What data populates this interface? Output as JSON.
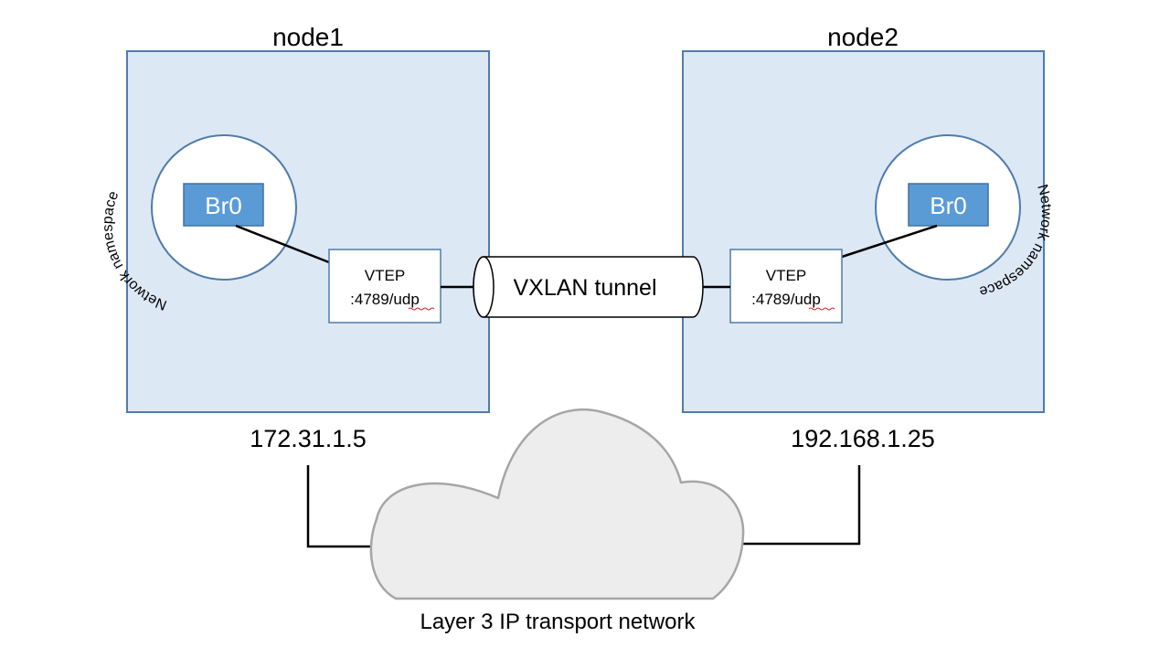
{
  "nodes": [
    {
      "title": "node1",
      "ip": "172.31.1.5",
      "namespace_label": "Network namespace",
      "bridge_label": "Br0",
      "vtep": {
        "title": "VTEP",
        "port": ":4789/udp"
      }
    },
    {
      "title": "node2",
      "ip": "192.168.1.25",
      "namespace_label": "Network namespace",
      "bridge_label": "Br0",
      "vtep": {
        "title": "VTEP",
        "port": ":4789/udp"
      }
    }
  ],
  "tunnel": {
    "label": "VXLAN tunnel"
  },
  "transport": {
    "label": "Layer 3 IP transport network"
  },
  "colors": {
    "node_fill": "#dde8f5",
    "node_border": "#4f7cab",
    "namespace_border": "#4f7cab",
    "bridge_fill": "#5b9bd5",
    "bridge_border": "#41719c",
    "bridge_text": "#ffffff",
    "vtep_border": "#4f7cab",
    "link_line": "#000000",
    "cloud_fill": "#ededed",
    "cloud_border": "#a6a6a6",
    "spellcheck_underline": "#e02020"
  }
}
